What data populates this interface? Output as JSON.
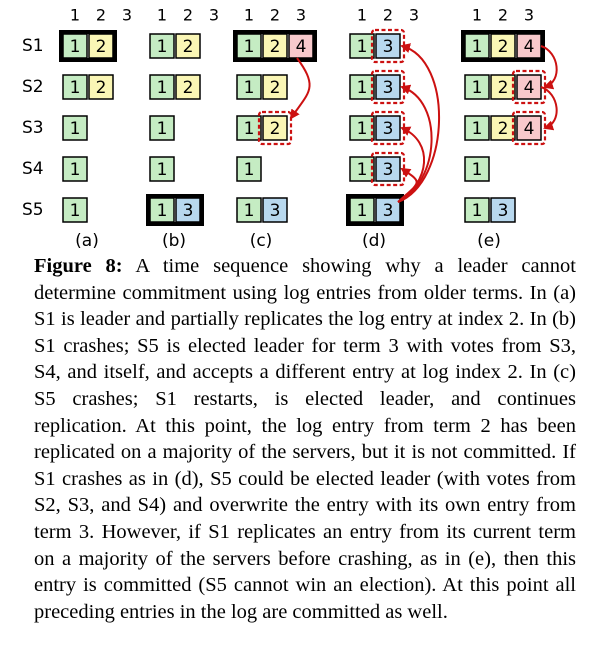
{
  "figure": {
    "column_headers": [
      "1",
      "2",
      "3"
    ],
    "servers": [
      "S1",
      "S2",
      "S3",
      "S4",
      "S5"
    ],
    "panel_labels": [
      "(a)",
      "(b)",
      "(c)",
      "(d)",
      "(e)"
    ],
    "colors": {
      "term1": "#c5ecc3",
      "term2": "#faf6b5",
      "term3": "#b8d8ee",
      "term4": "#f8c9cc",
      "arrow": "#cc1111",
      "highlight": "#cc1111"
    },
    "panels": [
      {
        "label": "(a)",
        "rows": [
          {
            "server": "S1",
            "entries": [
              "1",
              "2"
            ],
            "leader": true
          },
          {
            "server": "S2",
            "entries": [
              "1",
              "2"
            ]
          },
          {
            "server": "S3",
            "entries": [
              "1"
            ]
          },
          {
            "server": "S4",
            "entries": [
              "1"
            ]
          },
          {
            "server": "S5",
            "entries": [
              "1"
            ]
          }
        ],
        "highlights": [],
        "arrows": []
      },
      {
        "label": "(b)",
        "rows": [
          {
            "server": "S1",
            "entries": [
              "1",
              "2"
            ]
          },
          {
            "server": "S2",
            "entries": [
              "1",
              "2"
            ]
          },
          {
            "server": "S3",
            "entries": [
              "1"
            ]
          },
          {
            "server": "S4",
            "entries": [
              "1"
            ]
          },
          {
            "server": "S5",
            "entries": [
              "1",
              "3"
            ],
            "leader": true
          }
        ],
        "highlights": [],
        "arrows": []
      },
      {
        "label": "(c)",
        "rows": [
          {
            "server": "S1",
            "entries": [
              "1",
              "2",
              "4"
            ],
            "leader": true
          },
          {
            "server": "S2",
            "entries": [
              "1",
              "2"
            ]
          },
          {
            "server": "S3",
            "entries": [
              "1",
              "2"
            ]
          },
          {
            "server": "S4",
            "entries": [
              "1"
            ]
          },
          {
            "server": "S5",
            "entries": [
              "1",
              "3"
            ]
          }
        ],
        "highlights": [
          {
            "row": 2,
            "col": 1
          }
        ],
        "arrows": [
          {
            "from_row": 0,
            "from_col": 2,
            "to_row": 2,
            "to_col": 1
          }
        ]
      },
      {
        "label": "(d)",
        "rows": [
          {
            "server": "S1",
            "entries": [
              "1",
              "3"
            ]
          },
          {
            "server": "S2",
            "entries": [
              "1",
              "3"
            ]
          },
          {
            "server": "S3",
            "entries": [
              "1",
              "3"
            ]
          },
          {
            "server": "S4",
            "entries": [
              "1",
              "3"
            ]
          },
          {
            "server": "S5",
            "entries": [
              "1",
              "3"
            ],
            "leader": true
          }
        ],
        "highlights": [
          {
            "row": 0,
            "col": 1
          },
          {
            "row": 1,
            "col": 1
          },
          {
            "row": 2,
            "col": 1
          },
          {
            "row": 3,
            "col": 1
          }
        ],
        "arrows": [
          {
            "from_row": 4,
            "from_col": 1,
            "to_row": 0,
            "to_col": 1
          },
          {
            "from_row": 4,
            "from_col": 1,
            "to_row": 1,
            "to_col": 1
          },
          {
            "from_row": 4,
            "from_col": 1,
            "to_row": 2,
            "to_col": 1
          },
          {
            "from_row": 4,
            "from_col": 1,
            "to_row": 3,
            "to_col": 1
          }
        ]
      },
      {
        "label": "(e)",
        "rows": [
          {
            "server": "S1",
            "entries": [
              "1",
              "2",
              "4"
            ],
            "leader": true
          },
          {
            "server": "S2",
            "entries": [
              "1",
              "2",
              "4"
            ]
          },
          {
            "server": "S3",
            "entries": [
              "1",
              "2",
              "4"
            ]
          },
          {
            "server": "S4",
            "entries": [
              "1"
            ]
          },
          {
            "server": "S5",
            "entries": [
              "1",
              "3"
            ]
          }
        ],
        "highlights": [
          {
            "row": 1,
            "col": 2
          },
          {
            "row": 2,
            "col": 2
          }
        ],
        "arrows": [
          {
            "from_row": 0,
            "from_col": 2,
            "to_row": 1,
            "to_col": 2
          },
          {
            "from_row": 1,
            "from_col": 2,
            "to_row": 2,
            "to_col": 2
          }
        ]
      }
    ]
  },
  "caption": {
    "label": "Figure 8:",
    "text": "A time sequence showing why a leader cannot determine commitment using log entries from older terms. In (a) S1 is leader and partially replicates the log entry at index 2. In (b) S1 crashes; S5 is elected leader for term 3 with votes from S3, S4, and itself, and accepts a different entry at log index 2. In (c) S5 crashes; S1 restarts, is elected leader, and continues replication. At this point, the log entry from term 2 has been replicated on a majority of the servers, but it is not committed. If S1 crashes as in (d), S5 could be elected leader (with votes from S2, S3, and S4) and overwrite the entry with its own entry from term 3. However, if S1 replicates an entry from its current term on a majority of the servers before crashing, as in (e), then this entry is committed (S5 cannot win an election). At this point all preceding entries in the log are committed as well."
  }
}
